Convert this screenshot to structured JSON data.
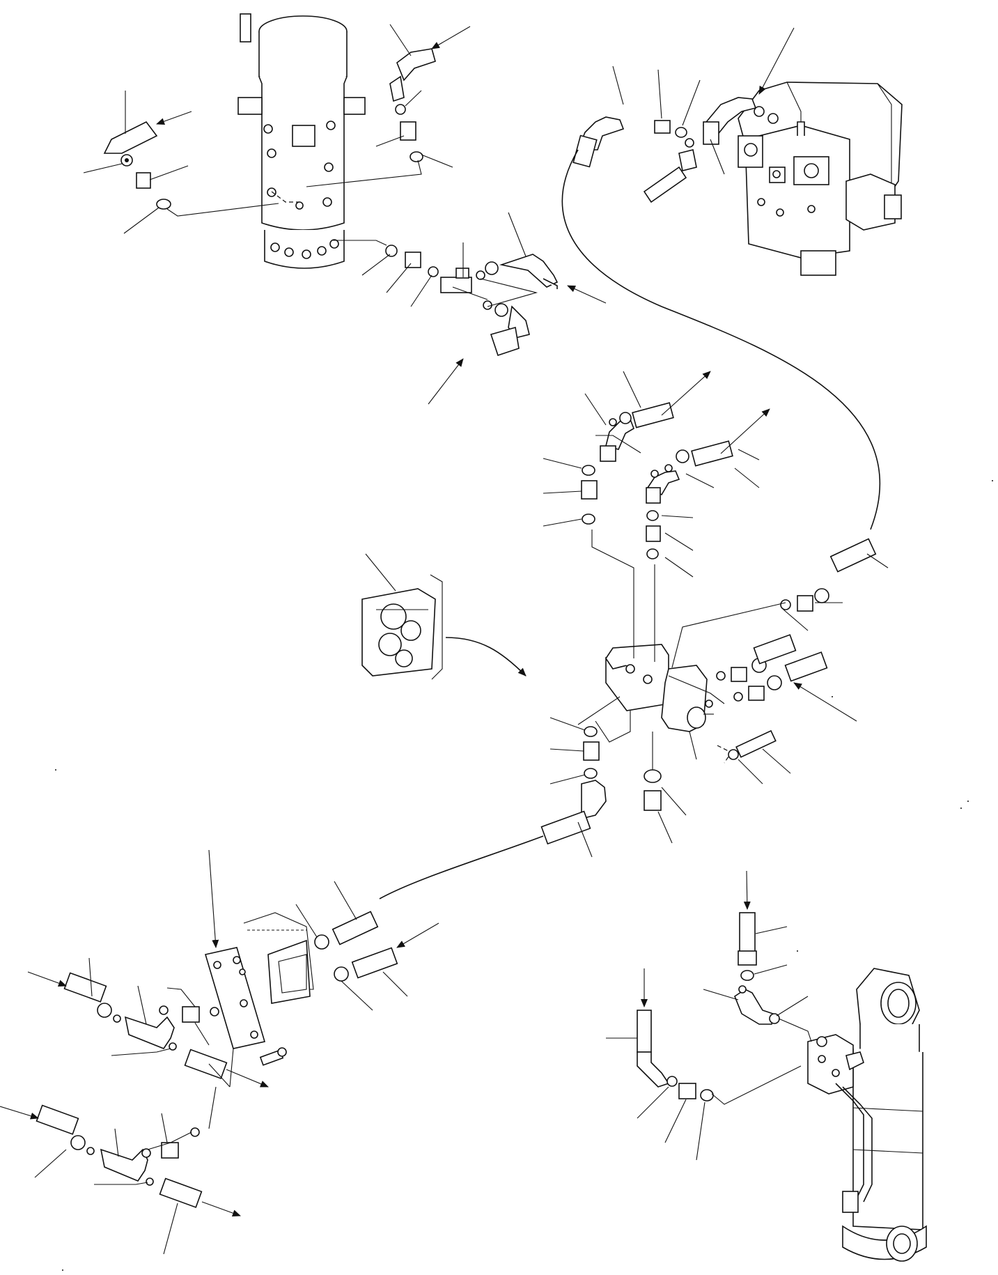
{
  "diagram": {
    "components": [
      {
        "id": "swivel-joint",
        "icon": "rotary-swivel-joint"
      },
      {
        "id": "hydraulic-pump",
        "icon": "hydraulic-pump-assembly"
      },
      {
        "id": "solenoid-valve",
        "icon": "solenoid-valve-block"
      },
      {
        "id": "seal-kit",
        "icon": "seal-kit-bag"
      },
      {
        "id": "bulkhead-plate",
        "icon": "bulkhead-plate"
      },
      {
        "id": "hydraulic-cylinder",
        "icon": "hydraulic-cylinder"
      }
    ],
    "colors": {
      "line": "#111111",
      "background": "#ffffff"
    }
  }
}
